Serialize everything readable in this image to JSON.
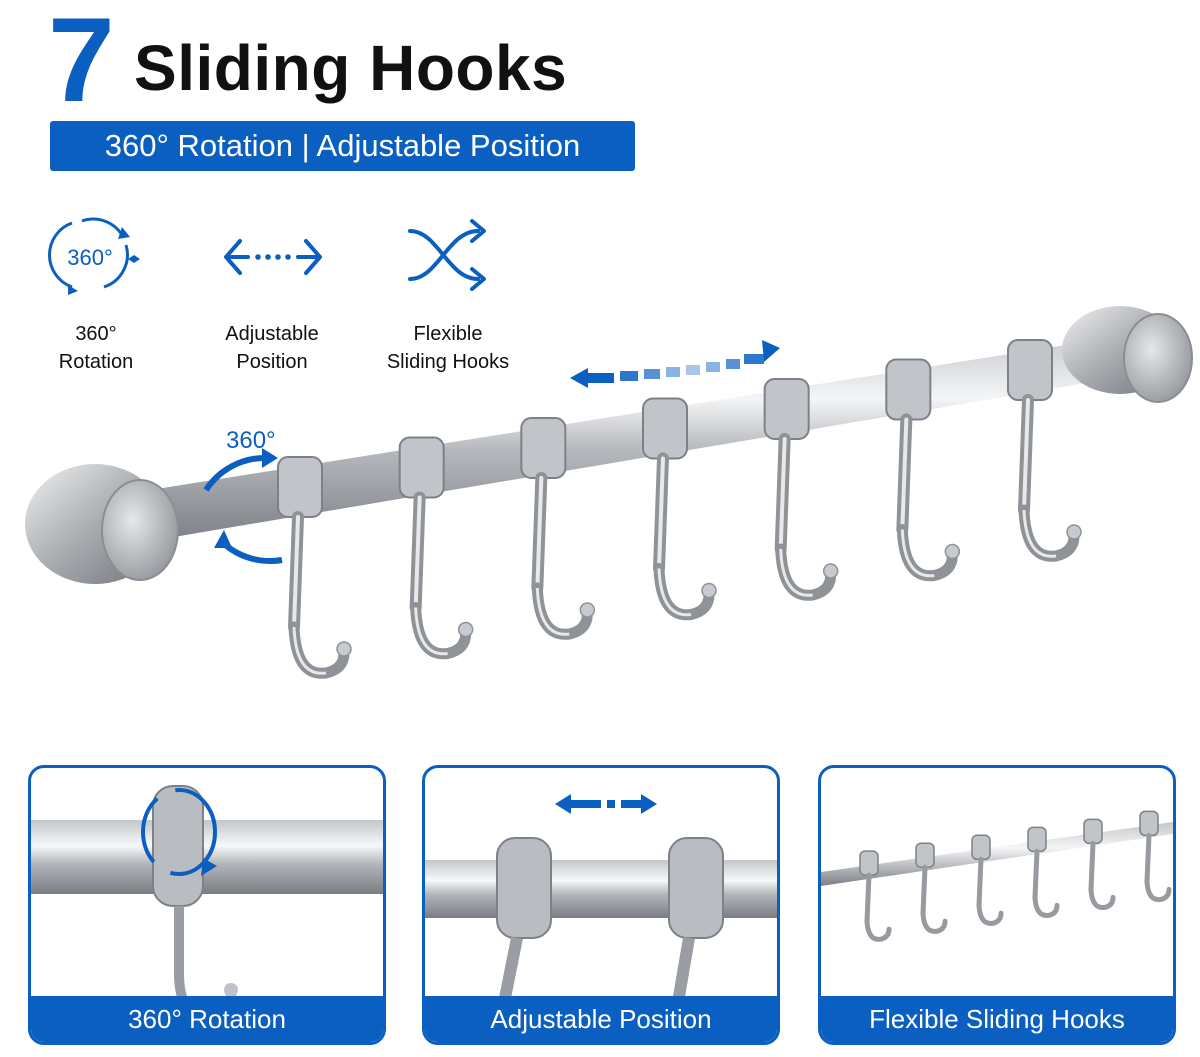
{
  "headline": {
    "number": "7",
    "text": "Sliding Hooks",
    "subtitle": "360° Rotation | Adjustable Position"
  },
  "features": [
    {
      "icon": "rotation-360-icon",
      "icon_text": "360°",
      "label_line1": "360°",
      "label_line2": "Rotation"
    },
    {
      "icon": "double-arrow-icon",
      "label_line1": "Adjustable",
      "label_line2": "Position"
    },
    {
      "icon": "shuffle-icon",
      "label_line1": "Flexible",
      "label_line2": "Sliding Hooks"
    }
  ],
  "scene": {
    "rotation_label": "360°",
    "hook_count": 7
  },
  "panels": [
    {
      "caption": "360° Rotation",
      "icon": "rotation-arrow-icon"
    },
    {
      "caption": "Adjustable Position",
      "icon": "double-arrow-icon"
    },
    {
      "caption": "Flexible Sliding Hooks"
    }
  ],
  "colors": {
    "accent": "#0a5fc1",
    "steel_light": "#e9eaec",
    "steel_dark": "#8c9096"
  }
}
